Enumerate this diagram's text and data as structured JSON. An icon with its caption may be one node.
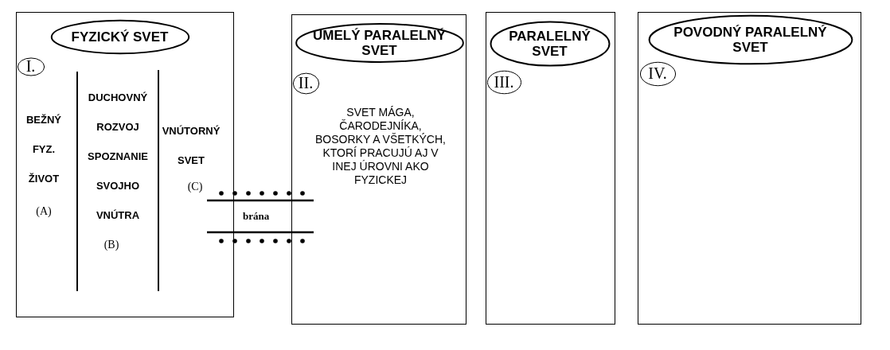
{
  "diagram": {
    "nodes": [
      {
        "text": [],
        "shape": "box"
      },
      {
        "text": [
          "FYZICKÝ SVET"
        ],
        "in": 0
      },
      {
        "text": [
          "I."
        ],
        "in": 0
      },
      {
        "text": [],
        "shape": "box"
      },
      {
        "text": [
          "UMELÝ PARALELNÝ SVET"
        ],
        "in": 3
      },
      {
        "text": [
          "II."
        ],
        "in": 3
      },
      {
        "text": [],
        "shape": "box"
      },
      {
        "text": [
          "PARALELNÝ SVET"
        ],
        "in": 6
      },
      {
        "text": [
          "III."
        ],
        "in": 6
      },
      {
        "text": [],
        "shape": "box"
      },
      {
        "text": [
          "POVODNÝ PARALELNÝ SVET"
        ],
        "in": 9
      },
      {
        "text": [
          "IV."
        ],
        "in": 9
      },
      {
        "text": [
          "brána"
        ]
      }
    ],
    "edges": [],
    "labels": [
      "BEŽNÝ FYZ. ŽIVOT",
      "(A)",
      "DUCHOVNÝ ROZVOJ SPOZNANIE SVOJHO VNÚTRA",
      "(B)",
      "VNÚTORNÝ SVET",
      "(C)",
      "SVET MÁGA, ČARODEJNÍKA, BOSORKY A VŠETKÝCH, KTORÍ PRACUJÚ AJ V INEJ ÚROVNI AKO FYZICKEJ"
    ]
  }
}
